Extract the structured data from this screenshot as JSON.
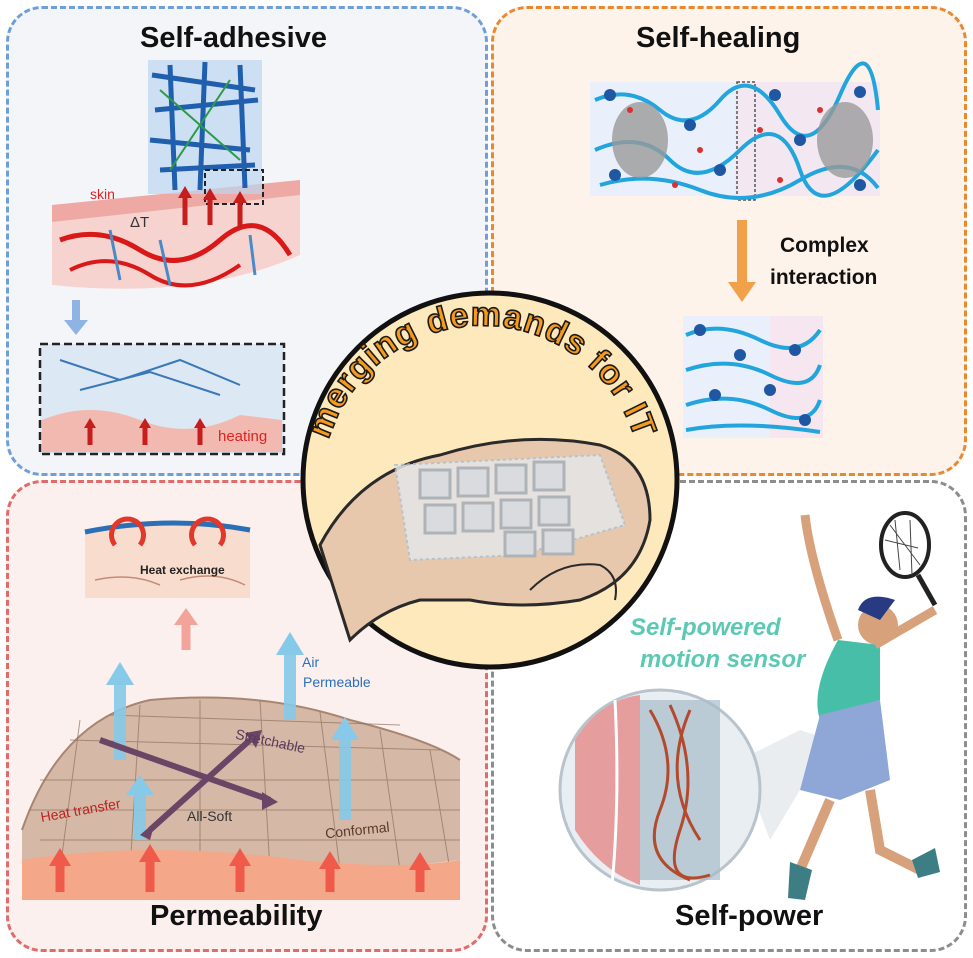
{
  "panels": {
    "self_adhesive": {
      "title": "Self-adhesive",
      "labels": {
        "skin": "skin",
        "delta_t": "ΔT",
        "heating": "heating"
      }
    },
    "self_healing": {
      "title": "Self-healing",
      "arrow_label_line1": "Complex",
      "arrow_label_line2": "interaction"
    },
    "permeability": {
      "title": "Permeability",
      "labels": {
        "heat_exchange": "Heat exchange",
        "air": "Air",
        "permeable": "Permeable",
        "stretchable": "Stretchable",
        "heat_transfer": "Heat transfer",
        "all_soft": "All-Soft",
        "conformal": "Conformal"
      }
    },
    "self_power": {
      "title": "Self-power",
      "caption_line1": "Self-powered",
      "caption_line2": "motion sensor"
    }
  },
  "center": {
    "title": "Emerging demands for ITS"
  },
  "colors": {
    "adhesive_border": "#6f9fd8",
    "healing_border": "#e8882f",
    "permeability_border": "#e06b6b",
    "power_border": "#8d8d8d",
    "center_title": "#f59a1c",
    "caption_teal": "#5cc9b5"
  }
}
